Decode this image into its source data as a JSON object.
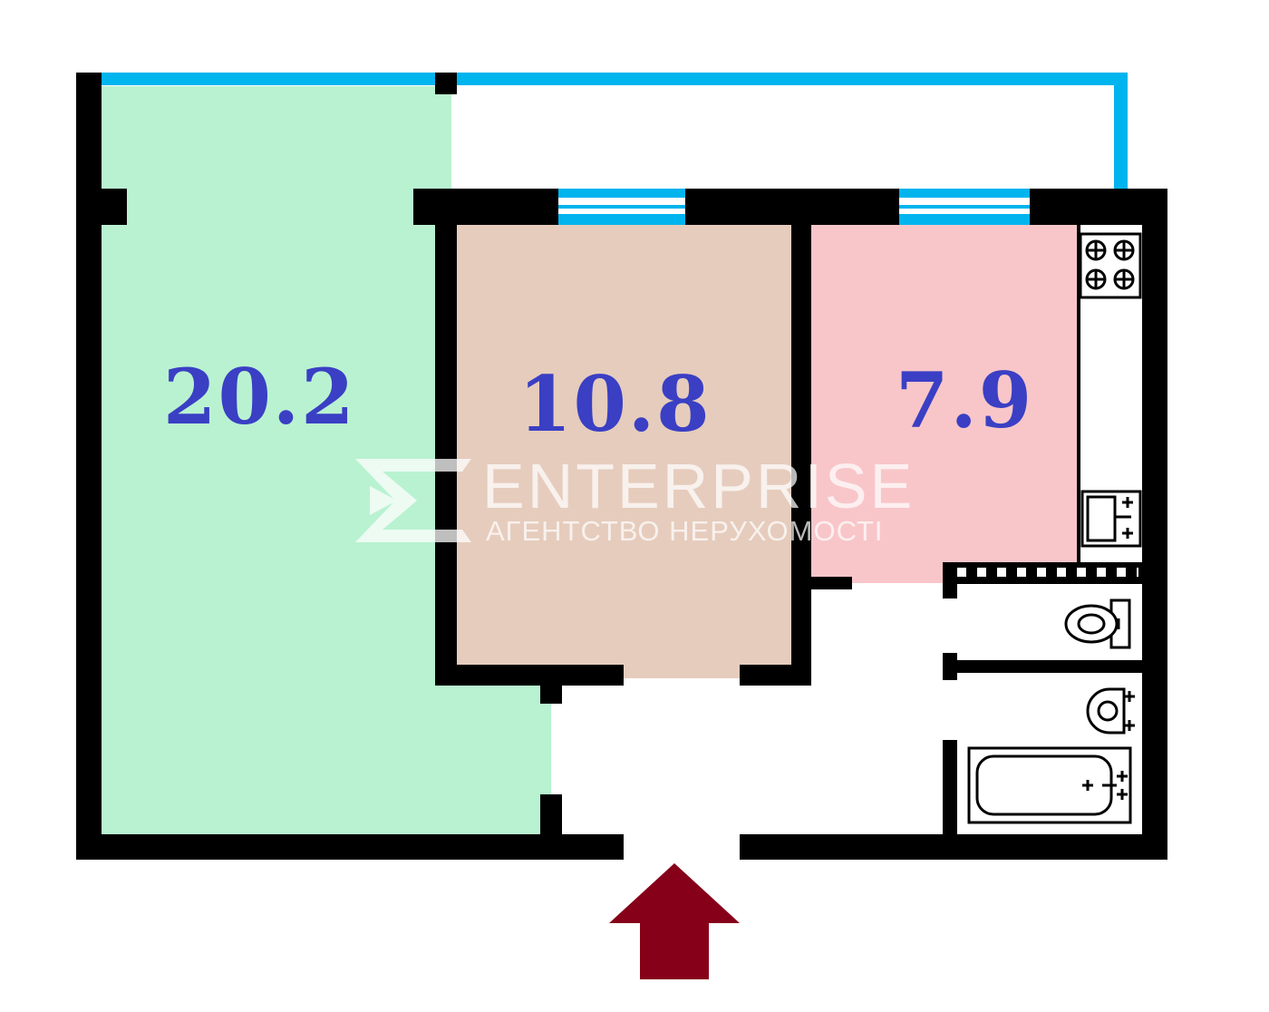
{
  "rooms": {
    "living_room": {
      "area": "20.2",
      "fill": "#b9f2d1"
    },
    "bedroom": {
      "area": "10.8",
      "fill": "#e6ccbd"
    },
    "kitchen": {
      "area": "7.9",
      "fill": "#f8c6c9"
    }
  },
  "watermark": {
    "title": "ENTERPRISE",
    "subtitle": "АГЕНТСТВО НЕРУХОМОСТІ"
  },
  "colors": {
    "wall": "#000000",
    "window": "#00b4ee",
    "label": "#3a3fc4",
    "entrance_arrow": "#860019"
  },
  "icons": {
    "stove": "stove-icon",
    "sink": "sink-icon",
    "toilet": "toilet-icon",
    "washbasin": "washbasin-icon",
    "bathtub": "bathtub-icon",
    "entrance": "entrance-arrow-icon"
  }
}
